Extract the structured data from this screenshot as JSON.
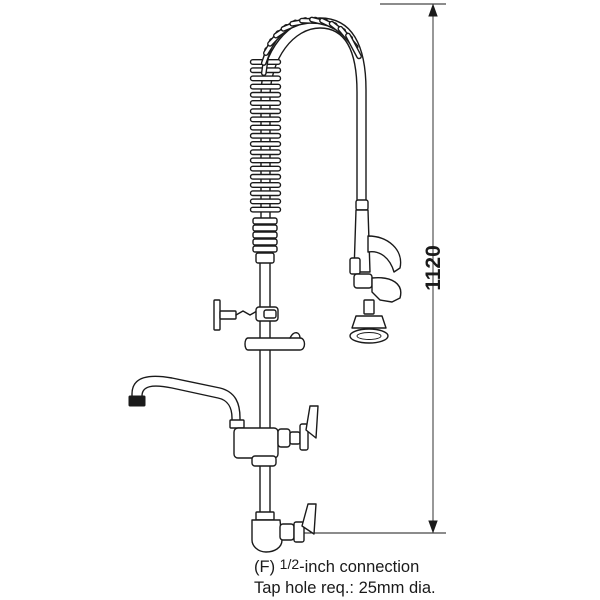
{
  "dimension": {
    "height_label": "1120"
  },
  "caption": {
    "line1_prefix": "(F) ",
    "line1_fraction": "1/2",
    "line1_suffix": "-inch connection",
    "line2": "Tap hole req.: 25mm dia."
  },
  "colors": {
    "line": "#1a1a1a",
    "background": "#ffffff"
  }
}
